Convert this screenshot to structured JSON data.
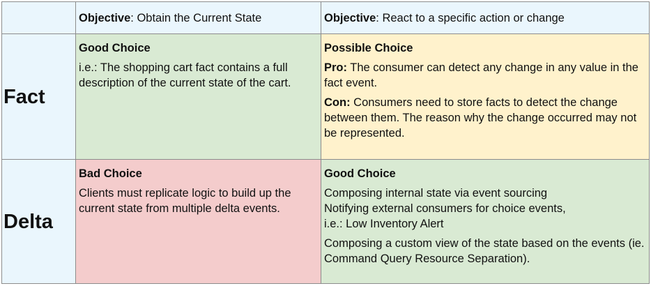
{
  "header": {
    "col2": {
      "label": "Objective",
      "text": ": Obtain the Current State"
    },
    "col3": {
      "label": "Objective",
      "text": ": React to a specific action or change"
    }
  },
  "rows": {
    "fact": {
      "label": "Fact",
      "state": {
        "title": "Good Choice",
        "text": "i.e.: The shopping cart fact contains a full description of the current state of the cart."
      },
      "react": {
        "title": "Possible Choice",
        "pro_label": "Pro:",
        "pro_text": " The consumer can detect any change in any value in the fact event.",
        "con_label": "Con:",
        "con_text": " Consumers need to store facts to detect the change between them. The reason why the change occurred may not be represented."
      }
    },
    "delta": {
      "label": "Delta",
      "state": {
        "title": "Bad Choice",
        "text": "Clients must replicate logic to build up the current state from multiple delta events."
      },
      "react": {
        "title": "Good Choice",
        "line1": "Composing internal state via event sourcing",
        "line2": "Notifying external consumers for choice events,",
        "line3": "i.e.: Low Inventory Alert",
        "line4": "Composing a custom view of the state based on the events (ie. Command Query Resource Separation)."
      }
    }
  },
  "colors": {
    "header": "#eaf6fd",
    "good": "#d9ead3",
    "possible": "#fff2cc",
    "bad": "#f4cccc",
    "border": "#8c8c8c"
  }
}
